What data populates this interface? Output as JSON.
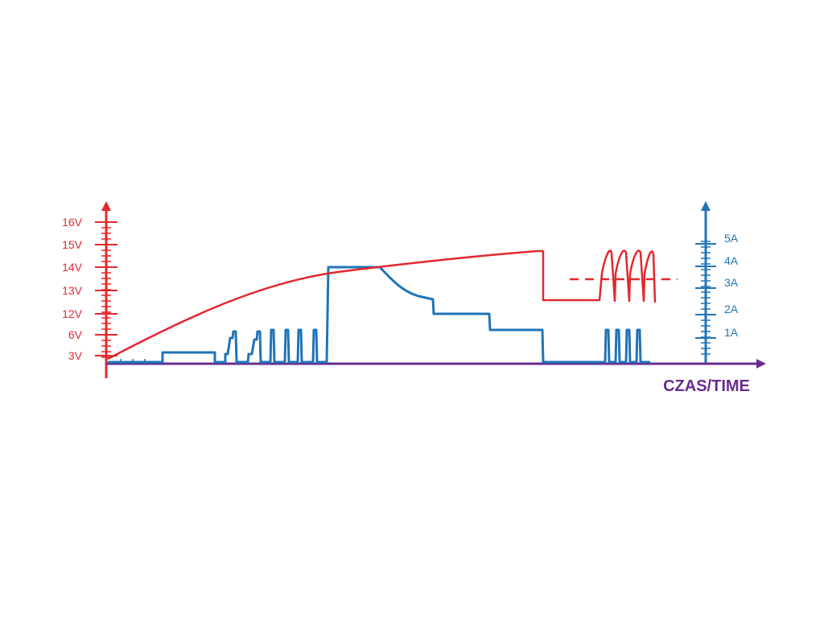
{
  "colors": {
    "voltage": "#e2282e",
    "current": "#1f74b8",
    "time": "#6a2b8f",
    "background": "#ffffff"
  },
  "chart_data": {
    "type": "line",
    "title": "",
    "xlabel": "CZAS/TIME",
    "left_axis": {
      "color": "#e2282e",
      "tick_labels": [
        "3V",
        "6V",
        "12V",
        "13V",
        "14V",
        "15V",
        "16V"
      ]
    },
    "right_axis": {
      "color": "#1f74b8",
      "tick_labels": [
        "1A",
        "2A",
        "3A",
        "4A",
        "5A"
      ]
    },
    "grid": false,
    "legend": "none"
  }
}
